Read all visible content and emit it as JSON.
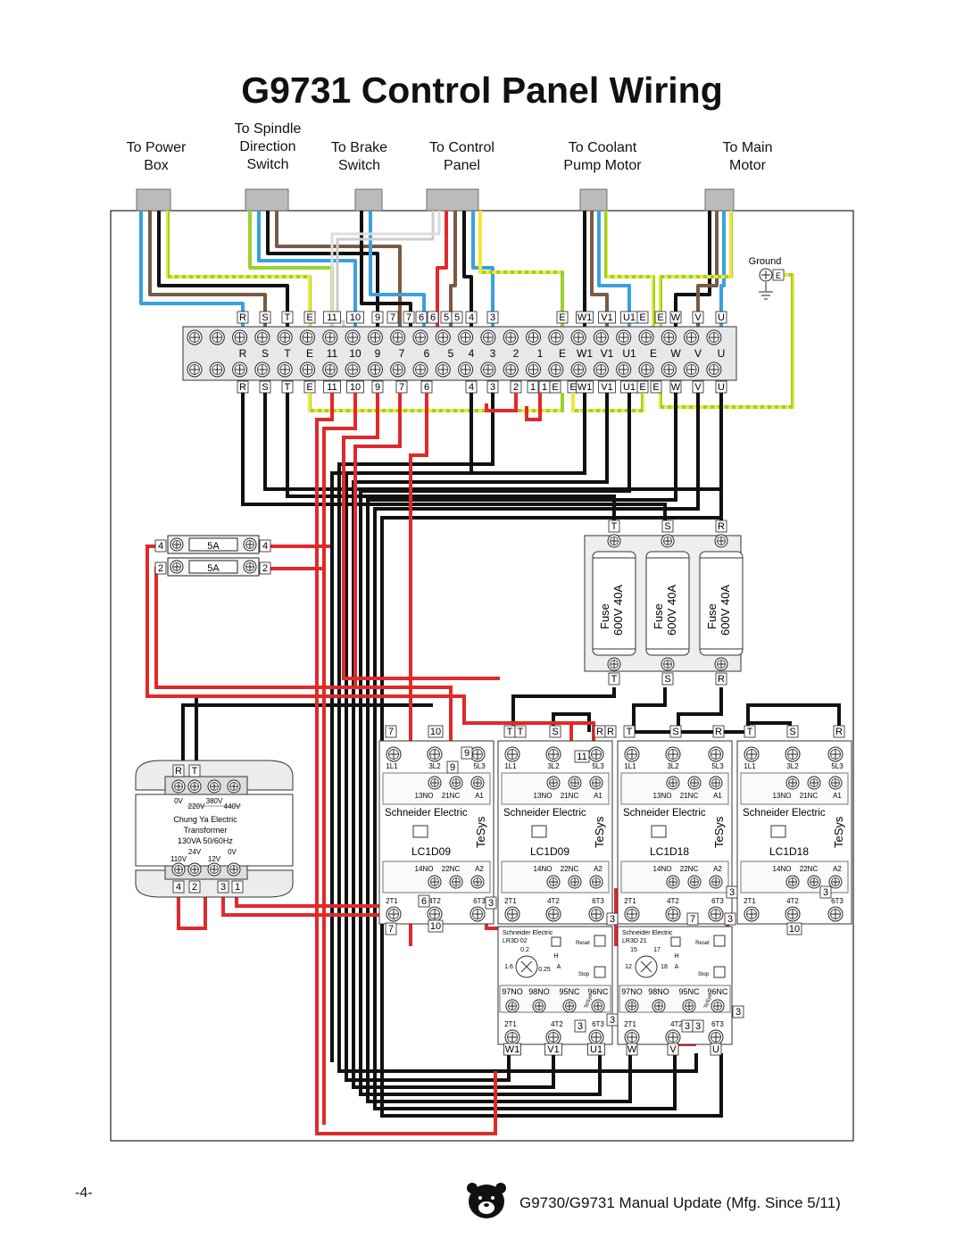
{
  "title": "G9731 Control Panel Wiring",
  "destinations": [
    {
      "id": "power",
      "lines": [
        "To Power",
        "Box"
      ]
    },
    {
      "id": "spindle",
      "lines": [
        "To Spindle",
        "Direction",
        "Switch"
      ]
    },
    {
      "id": "brake",
      "lines": [
        "To Brake",
        "Switch"
      ]
    },
    {
      "id": "control",
      "lines": [
        "To Control",
        "Panel"
      ]
    },
    {
      "id": "coolant",
      "lines": [
        "To Coolant",
        "Pump Motor"
      ]
    },
    {
      "id": "main",
      "lines": [
        "To Main",
        "Motor"
      ]
    }
  ],
  "ground_label": "Ground",
  "terminal_top_labels": [
    "R",
    "S",
    "T",
    "E",
    "11",
    "10",
    "9",
    "7",
    "7",
    "6",
    "6",
    "5",
    "5",
    "4",
    "3",
    "E",
    "W1",
    "V1",
    "U1",
    "E",
    "E",
    "W",
    "V",
    "U"
  ],
  "terminal_mid_labels": [
    "R",
    "S",
    "T",
    "E",
    "11",
    "10",
    "9",
    "7",
    "6",
    "5",
    "4",
    "3",
    "2",
    "1",
    "E",
    "W1",
    "V1",
    "U1",
    "E",
    "W",
    "V",
    "U"
  ],
  "terminal_bottom_labels": [
    "R",
    "S",
    "T",
    "E",
    "11",
    "10",
    "9",
    "7",
    "6",
    "4",
    "3",
    "2",
    "1",
    "1",
    "E",
    "E",
    "W1",
    "V1",
    "U1",
    "E",
    "E",
    "W",
    "V",
    "U"
  ],
  "fuse_holders": [
    {
      "left": "4",
      "rating": "5A",
      "right": "4"
    },
    {
      "left": "2",
      "rating": "5A",
      "right": "2"
    }
  ],
  "main_fuses": {
    "top": [
      "T",
      "S",
      "R"
    ],
    "bottom": [
      "T",
      "S",
      "R"
    ],
    "label": "Fuse",
    "rating": "600V 40A"
  },
  "transformer": {
    "top_terms": [
      "R",
      "T"
    ],
    "primary": [
      "0V",
      "220V",
      "380V",
      "440V"
    ],
    "maker": "Chung Ya Electric",
    "type": "Transformer",
    "spec": "130VA 50/60Hz",
    "secondary": [
      "24V",
      "0V",
      "110V",
      "12V"
    ],
    "bottom_terms": [
      "4",
      "2",
      "3",
      "1"
    ]
  },
  "contactors": [
    {
      "model": "LC1D09",
      "brand": "Schneider Electric",
      "series": "TeSys",
      "in": [
        "7",
        "10",
        "9"
      ],
      "out": [
        "7",
        "10"
      ],
      "top_terms": [
        "1L1",
        "3L2",
        "5L3"
      ],
      "aux_top": [
        "13NO",
        "21NC",
        "A1"
      ],
      "aux_bot": [
        "14NO",
        "22NC",
        "A2"
      ],
      "bot_terms": [
        "2T1",
        "4T2",
        "6T3"
      ]
    },
    {
      "model": "LC1D09",
      "brand": "Schneider Electric",
      "series": "TeSys",
      "in": [
        "T",
        "T",
        "S",
        "R",
        "R"
      ],
      "out": [],
      "top_terms": [
        "1L1",
        "3L2",
        "5L3"
      ],
      "aux_top": [
        "13NO",
        "21NC",
        "A1"
      ],
      "aux_bot": [
        "14NO",
        "22NC",
        "A2"
      ],
      "bot_terms": [
        "2T1",
        "4T2",
        "6T3"
      ]
    },
    {
      "model": "LC1D18",
      "brand": "Schneider Electric",
      "series": "TeSys",
      "in": [
        "T",
        "S",
        "R"
      ],
      "out": [],
      "top_terms": [
        "1L1",
        "3L2",
        "5L3"
      ],
      "aux_top": [
        "13NO",
        "21NC",
        "A1"
      ],
      "aux_bot": [
        "14NO",
        "22NC",
        "A2"
      ],
      "bot_terms": [
        "2T1",
        "4T2",
        "6T3"
      ]
    },
    {
      "model": "LC1D18",
      "brand": "Schneider Electric",
      "series": "TeSys",
      "in": [
        "T",
        "S",
        "R"
      ],
      "out": [
        "10"
      ],
      "top_terms": [
        "1L1",
        "3L2",
        "5L3"
      ],
      "aux_top": [
        "13NO",
        "21NC",
        "A1"
      ],
      "aux_bot": [
        "14NO",
        "22NC",
        "A2"
      ],
      "bot_terms": [
        "2T1",
        "4T2",
        "6T3"
      ]
    }
  ],
  "overloads": [
    {
      "brand": "Schneider Electric",
      "model": "LR3D 02",
      "dial": [
        "0.2",
        "H",
        "1.6",
        "0.25",
        "A"
      ],
      "reset": "Reset",
      "stop": "Stop",
      "aux": [
        "97NO",
        "98NO",
        "95NC",
        "96NC"
      ],
      "terms": [
        "2T1",
        "4T2",
        "6T3"
      ],
      "out": [
        "W1",
        "V1",
        "U1"
      ],
      "series": "TeSys"
    },
    {
      "brand": "Schneider Electric",
      "model": "LR3D 21",
      "dial": [
        "15",
        "17",
        "H",
        "12",
        "18",
        "A"
      ],
      "reset": "Reset",
      "stop": "Stop",
      "aux": [
        "97NO",
        "98NO",
        "95NC",
        "96NC"
      ],
      "terms": [
        "2T1",
        "4T2",
        "6T3"
      ],
      "out": [
        "W",
        "V",
        "U"
      ],
      "series": "TeSys"
    }
  ],
  "misc_labels": [
    "9",
    "11",
    "3",
    "6",
    "3",
    "3",
    "3",
    "7",
    "3",
    "3",
    "3",
    "3",
    "3"
  ],
  "footer": {
    "page": "-4-",
    "text": "G9730/G9731 Manual Update (Mfg. Since 5/11)"
  }
}
